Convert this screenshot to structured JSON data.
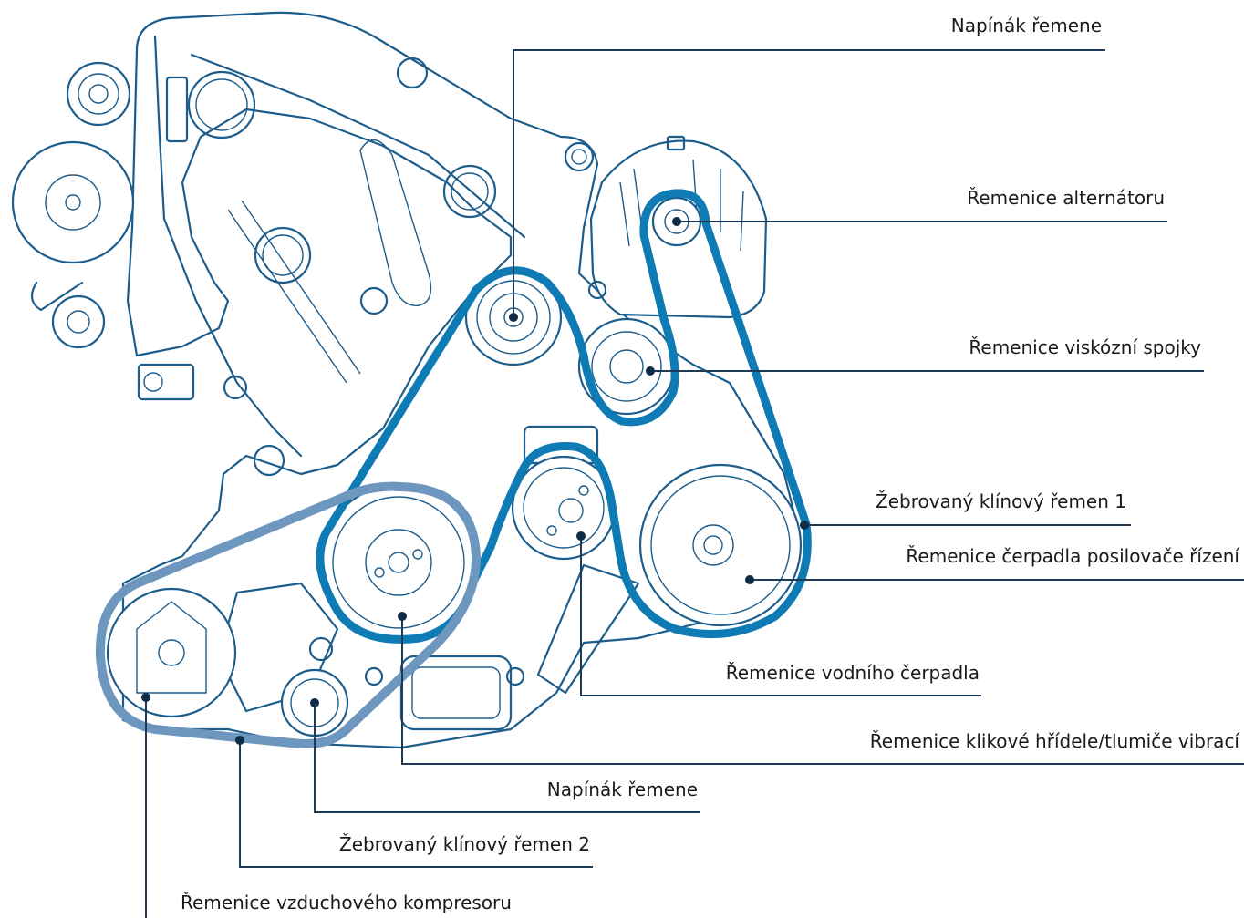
{
  "labels": {
    "belt_tensioner_top": "Napínák řemene",
    "alternator_pulley": "Řemenice alternátoru",
    "viscous_clutch_pulley": "Řemenice viskózní spojky",
    "ribbed_belt_1": "Žebrovaný klínový řemen 1",
    "power_steering_pulley": "Řemenice čerpadla posilovače řízení",
    "water_pump_pulley": "Řemenice vodního čerpadla",
    "crankshaft_pulley": "Řemenice klikové hřídele/tlumiče vibrací",
    "belt_tensioner_bottom": "Napínák řemene",
    "ribbed_belt_2": "Žebrovaný klínový řemen 2",
    "air_compressor_pulley": "Řemenice vzduchového kompresoru"
  },
  "colors": {
    "engine_line": "#1d5d8c",
    "belt_1": "#0e7bb5",
    "belt_2": "#6e97bf",
    "leader_line": "#1e3a55"
  }
}
